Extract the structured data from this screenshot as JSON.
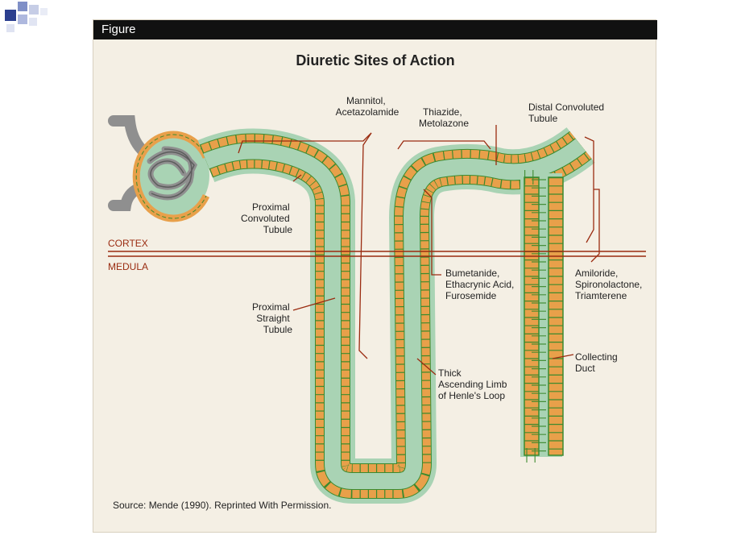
{
  "slide": {
    "header_label": "Figure",
    "title": "Diuretic Sites of Action",
    "source": "Source: Mende (1990). Reprinted With Permission."
  },
  "zones": {
    "cortex": "CORTEX",
    "medula": "MEDULA"
  },
  "labels": {
    "mannitol": [
      "Mannitol,",
      "Acetazolamide"
    ],
    "thiazide": [
      "Thiazide,",
      "Metolazone"
    ],
    "dct": [
      "Distal Convoluted",
      "Tubule"
    ],
    "pct": [
      "Proximal",
      "Convoluted",
      "Tubule"
    ],
    "pst": [
      "Proximal",
      "Straight",
      "Tubule"
    ],
    "bumetanide": [
      "Bumetanide,",
      "Ethacrynic Acid,",
      "Furosemide"
    ],
    "tal": [
      "Thick",
      "Ascending Limb",
      "of Henle's Loop"
    ],
    "amiloride": [
      "Amiloride,",
      "Spironolactone,",
      "Triamterene"
    ],
    "collecting": [
      "Collecting",
      "Duct"
    ]
  },
  "colors": {
    "cell": "#e8a04a",
    "cell_border": "#3c8a2e",
    "lumen": "#a9d3b4",
    "line": "#9a2b10",
    "vessel": "#8f8f8f",
    "header": "#111111",
    "panel": "#f4efe4"
  }
}
